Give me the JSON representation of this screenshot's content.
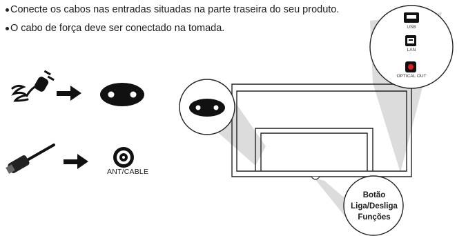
{
  "instructions": {
    "line1": "Conecte os cabos nas entradas situadas na parte traseira do seu produto.",
    "line2": "O cabo de força deve ser conectado na tomada."
  },
  "labels": {
    "antenna": "ANT/CABLE",
    "button_callout": [
      "Botão",
      "Liga/Desliga",
      "Funções"
    ]
  },
  "ports": [
    {
      "label": "USB",
      "icon": "usb-port-icon"
    },
    {
      "label": "LAN",
      "icon": "lan-port-icon"
    },
    {
      "label": "OPTICAL OUT",
      "icon": "optical-port-icon"
    }
  ],
  "colors": {
    "ink": "#1a1a1a",
    "callout_fill": "#d9d9d9",
    "optical_red": "#e21a1a"
  }
}
